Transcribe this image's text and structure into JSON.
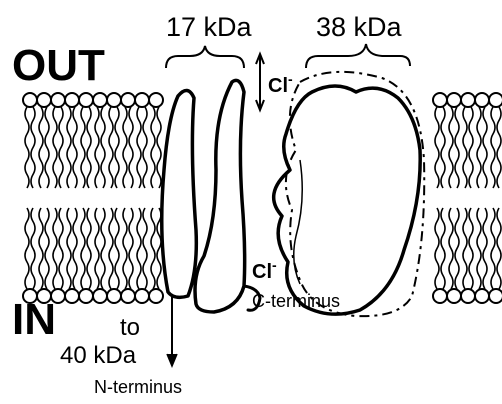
{
  "labels": {
    "out": "OUT",
    "in": "IN",
    "mass_left": "17 kDa",
    "mass_right": "38 kDa",
    "ion_top": "Cl",
    "ion_top_charge": "-",
    "ion_bottom": "Cl",
    "ion_bottom_charge": "-",
    "to": "to",
    "mass_extension": "40 kDa",
    "c_terminus": "C-terminus",
    "n_terminus": "N-terminus"
  },
  "colors": {
    "ink": "#000000",
    "background": "#ffffff"
  }
}
